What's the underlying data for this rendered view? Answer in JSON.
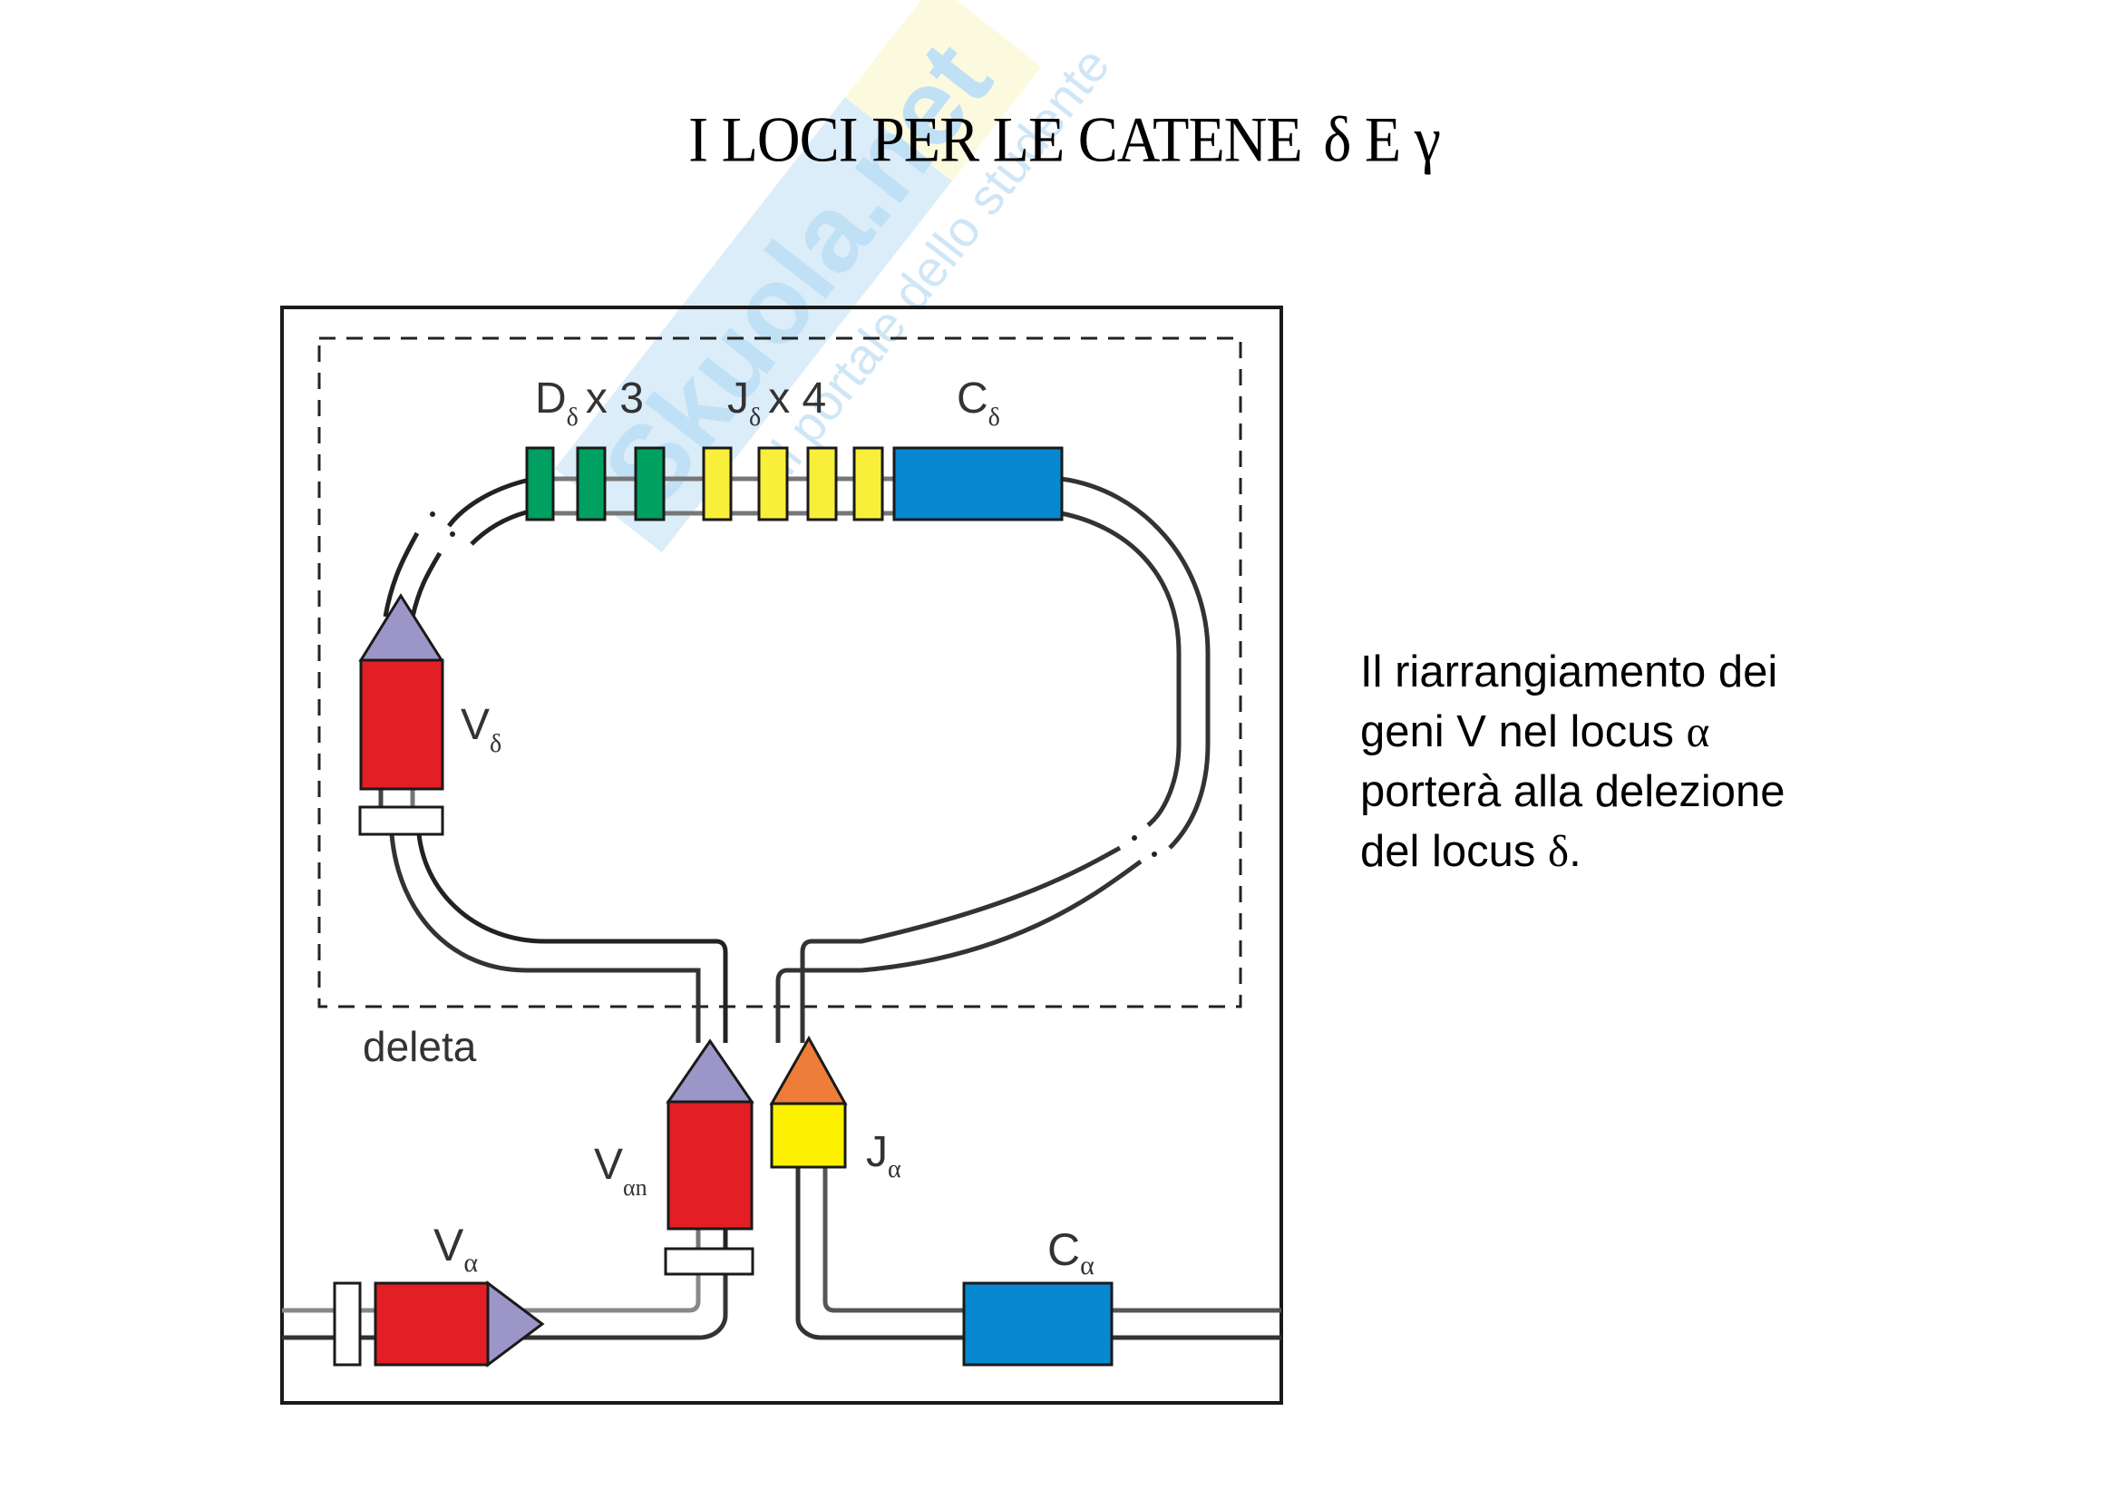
{
  "slide": {
    "title": {
      "text": "I LOCI PER LE CATENE",
      "greek_delta": "δ",
      "conj": "E",
      "greek_gamma": "γ"
    },
    "caption": {
      "lines": [
        "Il riarrangiamento dei",
        "geni V nel locus ",
        "porterà alla delezione",
        "del locus "
      ],
      "alpha": "α",
      "delta": "δ",
      "end_punct": "."
    },
    "watermark": {
      "brand": "Skuola.net",
      "tagline": "Il portale dello studente"
    }
  },
  "diagram": {
    "colors": {
      "V_segment": "#E31E24",
      "leader": "#9C96C8",
      "D_segment": "#00A060",
      "J_segment": "#FFF200",
      "J_alpha_leader": "#EE7D3A",
      "C_segment": "#0788D0",
      "dna_line": "#555555"
    },
    "deleted_region_label": "deleta",
    "delta_locus": {
      "D_label": {
        "main": "D",
        "sub": "δ",
        "count": "x 3"
      },
      "J_label": {
        "main": "J",
        "sub": "δ",
        "count": "x 4"
      },
      "C_label": {
        "main": "C",
        "sub": "δ"
      },
      "V_label": {
        "main": "V",
        "sub": "δ"
      },
      "D_segments": 3,
      "J_segments": 4
    },
    "alpha_locus": {
      "V_label": {
        "main": "V",
        "sub": "α"
      },
      "Vn_label": {
        "main": "V",
        "sub": "αn"
      },
      "J_label": {
        "main": "J",
        "sub": "α"
      },
      "C_label": {
        "main": "C",
        "sub": "α"
      }
    }
  }
}
